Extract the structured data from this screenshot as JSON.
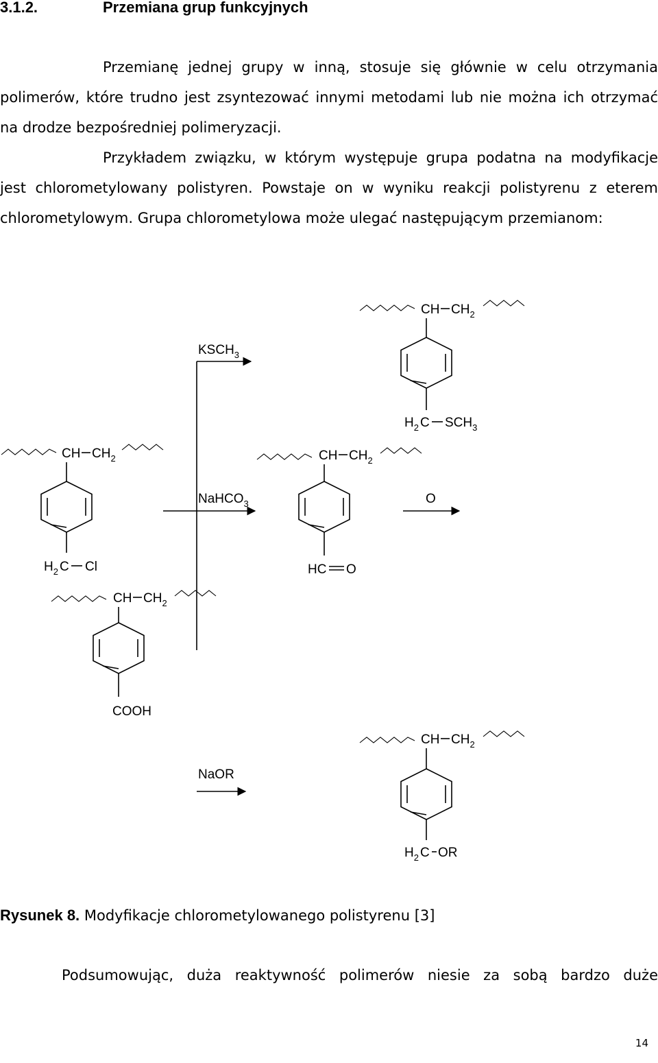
{
  "section": {
    "number": "3.1.2.",
    "title": "Przemiana grup funkcyjnych"
  },
  "paragraph1": "Przemianę jednej grupy w inną, stosuje się głównie w celu otrzymania polimerów, które trudno jest zsyntezować innymi metodami lub nie można ich otrzymać na drodze bezpośredniej polimeryzacji.",
  "paragraph2": "Przykładem związku, w którym występuje grupa podatna na modyfikacje jest chlorometylowany polistyren. Powstaje on w wyniku reakcji polistyrenu z eterem chlorometylowym. Grupa chlorometylowa może ulegać następującym przemianom:",
  "scheme": {
    "backbone": {
      "ch": "CH",
      "ch2": "CH",
      "ch2_sub": "2"
    },
    "substrate": {
      "h": "H",
      "h_sub": "2",
      "c": "C",
      "group": "Cl"
    },
    "reagents": {
      "ksch3": {
        "main": "KSCH",
        "sub": "3"
      },
      "nahco3": {
        "main": "NaHCO",
        "sub": "3"
      },
      "oxygen": "O",
      "naor": "NaOR"
    },
    "products": {
      "thioether": {
        "h": "H",
        "h_sub": "2",
        "c": "C",
        "group": "SCH",
        "group_sub": "3"
      },
      "aldehyde": {
        "hc": "HC",
        "o": "O"
      },
      "acid": "COOH",
      "ether": {
        "h": "H",
        "h_sub": "2",
        "c": "C",
        "group": "OR"
      }
    }
  },
  "figure": {
    "label": "Rysunek 8.",
    "caption": "Modyfikacje chlorometylowanego polistyrenu [3]"
  },
  "paragraph3": "Podsumowując, duża reaktywność polimerów niesie za sobą bardzo duże",
  "page_number": "14"
}
